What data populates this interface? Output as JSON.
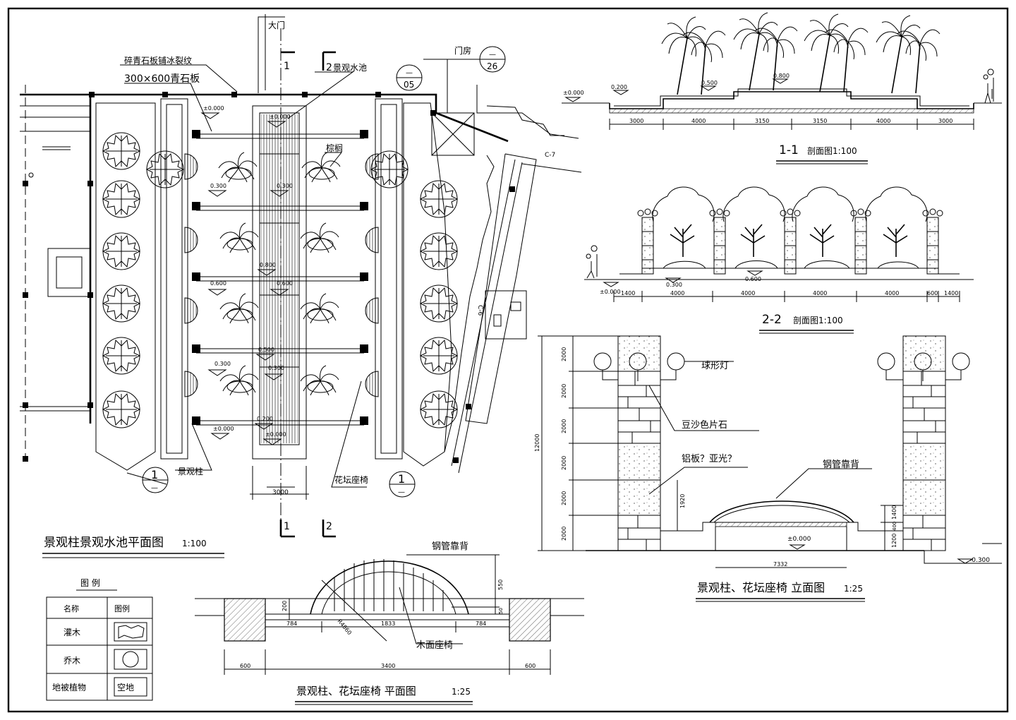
{
  "plan": {
    "title": "景观柱景观水池平面图",
    "scale": "1:100",
    "labels": {
      "gate": "大门",
      "gatehouse": "门房",
      "cracked_stone": "碎青石板铺冰裂纹",
      "bluestone": "300×600青石板",
      "pool": "景观水池",
      "palm": "棕榈",
      "column": "景观柱",
      "planter_seat": "花坛座椅",
      "dim_3000": "3000",
      "c7": "C-7",
      "c6": "C-6"
    },
    "levels": [
      "±0.000",
      "0.300",
      "0.300",
      "0.800",
      "0.600",
      "0.600",
      "0.300",
      "0.500",
      "0.300",
      "0.200",
      "±0.000",
      "±0.000"
    ],
    "section_marks": {
      "s1": "1",
      "s2": "2"
    },
    "detail_bubbles": [
      {
        "top": "—",
        "bottom": "05"
      },
      {
        "top": "—",
        "bottom": "26"
      },
      {
        "top": "1",
        "bottom": "—"
      },
      {
        "top": "1",
        "bottom": "—"
      }
    ]
  },
  "section11": {
    "title": "1-1",
    "suffix": "剖面图1:100",
    "levels": [
      "±0.000",
      "0.200",
      "0.500",
      "0.800"
    ],
    "dims": [
      "3000",
      "4000",
      "3150",
      "3150",
      "4000",
      "3000"
    ]
  },
  "section22": {
    "title": "2-2",
    "suffix": "剖面图1:100",
    "levels": [
      "±0.000",
      "0.300",
      "0.600"
    ],
    "dims": [
      "1400",
      "4000",
      "4000",
      "4000",
      "4000",
      "600",
      "1400"
    ]
  },
  "elevation": {
    "title": "景观柱、花坛座椅 立面图",
    "scale": "1:25",
    "labels": {
      "lamp": "球形灯",
      "stone": "豆沙色片石",
      "aluminum": "铝板？亚光？",
      "backrest": "钢管靠背"
    },
    "vdims": [
      "2000",
      "2000",
      "2000",
      "2000",
      "2000",
      "2000"
    ],
    "total": "12000",
    "small": [
      "1920",
      "1400",
      "400",
      "1200"
    ],
    "level0": "±0.000",
    "level_neg": "-0.300",
    "width": "7332"
  },
  "seat_plan": {
    "title": "景观柱、花坛座椅 平面图",
    "scale": "1:25",
    "labels": {
      "backrest": "钢管靠背",
      "seat": "木面座椅",
      "radius": "R4860"
    },
    "dims_mid": [
      "784",
      "1833",
      "784"
    ],
    "dims_bottom": [
      "600",
      "3400",
      "600"
    ],
    "vdims": [
      "550",
      "50",
      "200"
    ]
  },
  "legend": {
    "title": "图 例",
    "headers": [
      "名称",
      "图例"
    ],
    "rows": [
      {
        "name": "灌木",
        "symbol": "shrub"
      },
      {
        "name": "乔木",
        "symbol": "tree"
      },
      {
        "name": "地被植物",
        "symbol": "空地"
      }
    ]
  }
}
